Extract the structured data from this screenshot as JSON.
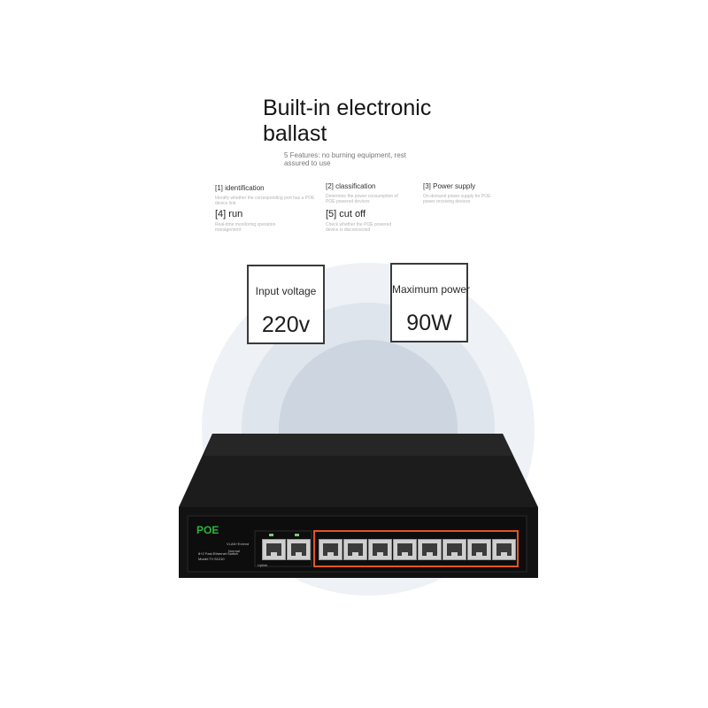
{
  "title_line1": "Built-in electronic",
  "title_line2": "ballast",
  "subtitle": "5 Features: no burning equipment, rest assured to use",
  "features": [
    {
      "head": "[1] identification",
      "desc": "Identify whether the corresponding port has a POE device link"
    },
    {
      "head": "[2] classification",
      "desc": "Determine the power consumption of POE powered devices"
    },
    {
      "head": "[3] Power supply",
      "desc": "On-demand power supply for POE power receiving devices"
    },
    {
      "head": "[4] run",
      "desc": "Real-time monitoring operation management"
    },
    {
      "head": "[5] cut off",
      "desc": "Check whether the POE powered device is disconnected"
    }
  ],
  "specs": [
    {
      "label": "Input voltage",
      "value": "220v"
    },
    {
      "label": "Maximum power",
      "value": "90W"
    }
  ],
  "device": {
    "brand": "POE",
    "line1": "8+2 Fast Ethernet Switch",
    "model": "Model:TY-S1210",
    "mode_a": "VLAN+Extend",
    "mode_b": "Normal",
    "uplink": "Uplink",
    "colors": {
      "body": "#171717",
      "accent_red": "#e2561e",
      "brand_green": "#2bb53a",
      "circle_outer": "#eef1f5",
      "circle_mid": "#dfe5ec",
      "circle_inner": "#ccd5e0"
    }
  }
}
